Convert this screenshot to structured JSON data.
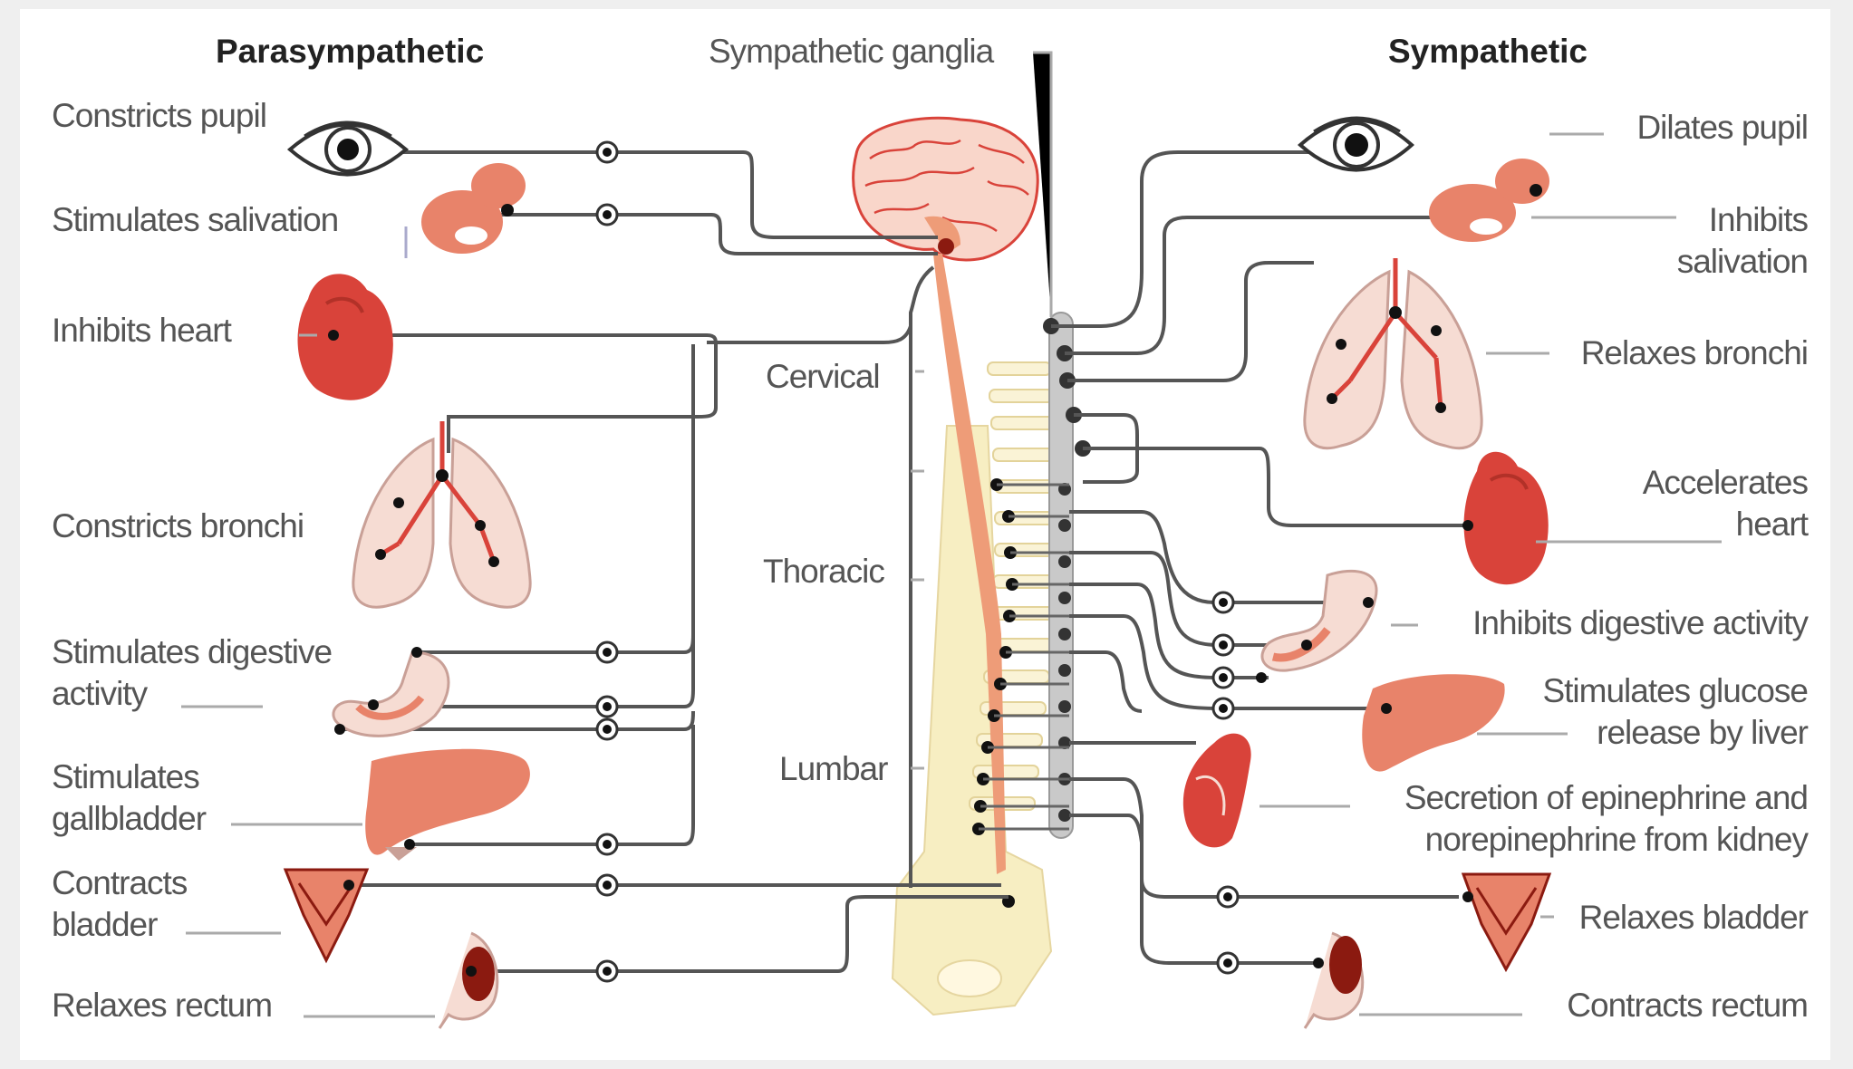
{
  "headers": {
    "parasympathetic": "Parasympathetic",
    "sympathetic_ganglia": "Sympathetic ganglia",
    "sympathetic": "Sympathetic"
  },
  "regions": {
    "cervical": "Cervical",
    "thoracic": "Thoracic",
    "lumbar": "Lumbar"
  },
  "parasympathetic_effects": [
    {
      "label": "Constricts pupil",
      "organ": "eye"
    },
    {
      "label": "Stimulates salivation",
      "organ": "salivary-gland"
    },
    {
      "label": "Inhibits heart",
      "organ": "heart"
    },
    {
      "label": "Constricts bronchi",
      "organ": "lungs"
    },
    {
      "label": "Stimulates digestive\nactivity",
      "organ": "stomach"
    },
    {
      "label": "Stimulates\ngallbladder",
      "organ": "liver-gallbladder"
    },
    {
      "label": "Contracts\nbladder",
      "organ": "bladder"
    },
    {
      "label": "Relaxes rectum",
      "organ": "rectum"
    }
  ],
  "sympathetic_effects": [
    {
      "label": "Dilates pupil",
      "organ": "eye"
    },
    {
      "label": "Inhibits\nsalivation",
      "organ": "salivary-gland"
    },
    {
      "label": "Relaxes bronchi",
      "organ": "lungs"
    },
    {
      "label": "Accelerates\nheart",
      "organ": "heart"
    },
    {
      "label": "Inhibits digestive activity",
      "organ": "stomach"
    },
    {
      "label": "Stimulates glucose\nrelease by liver",
      "organ": "liver"
    },
    {
      "label": "Secretion of epinephrine and\nnorepinephrine from kidney",
      "organ": "kidney"
    },
    {
      "label": "Relaxes bladder",
      "organ": "bladder"
    },
    {
      "label": "Contracts rectum",
      "organ": "rectum"
    }
  ],
  "colors": {
    "organ_red": "#d9433a",
    "organ_salmon": "#e8836a",
    "organ_pale": "#f6dcd3",
    "spinal_cord": "#ee9c78",
    "spine_bone": "#f7eec2",
    "ganglion_chain": "#bdbdbd",
    "wire": "#555555"
  }
}
